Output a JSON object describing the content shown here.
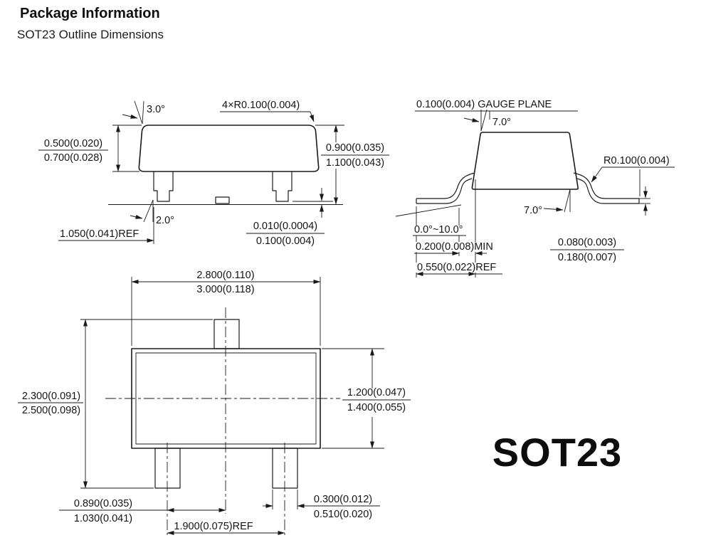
{
  "header": {
    "title": "Package Information",
    "subtitle": "SOT23 Outline Dimensions"
  },
  "package_label": "SOT23",
  "front_view": {
    "draft_angle_top": "3.0°",
    "corner_radius": "4×R0.100(0.004)",
    "body_edge_min": "0.500(0.020)",
    "body_edge_max": "0.700(0.028)",
    "body_height_min": "0.900(0.035)",
    "body_height_max": "1.100(0.043)",
    "lead_angle": "2.0°",
    "lead_ref": "1.050(0.041)REF",
    "standoff_min": "0.010(0.0004)",
    "standoff_max": "0.100(0.004)"
  },
  "side_view": {
    "gauge_plane": "0.100(0.004) GAUGE PLANE",
    "top_angle": "7.0°",
    "bend_radius": "R0.100(0.004)",
    "body_angle": "7.0°",
    "foot_angle_range": "0.0°~10.0°",
    "foot_length_min": "0.200(0.008)MIN",
    "lead_length_ref": "0.550(0.022)REF",
    "lead_thickness_min": "0.080(0.003)",
    "lead_thickness_max": "0.180(0.007)"
  },
  "top_view": {
    "body_length_min": "2.800(0.110)",
    "body_length_max": "3.000(0.118)",
    "overall_width_min": "2.300(0.091)",
    "overall_width_max": "2.500(0.098)",
    "body_width_min": "1.200(0.047)",
    "body_width_max": "1.400(0.055)",
    "lead_pitch_min": "0.890(0.035)",
    "lead_pitch_max": "1.030(0.041)",
    "lead_width_min": "0.300(0.012)",
    "lead_width_max": "0.510(0.020)",
    "outer_pitch_ref": "1.900(0.075)REF"
  }
}
